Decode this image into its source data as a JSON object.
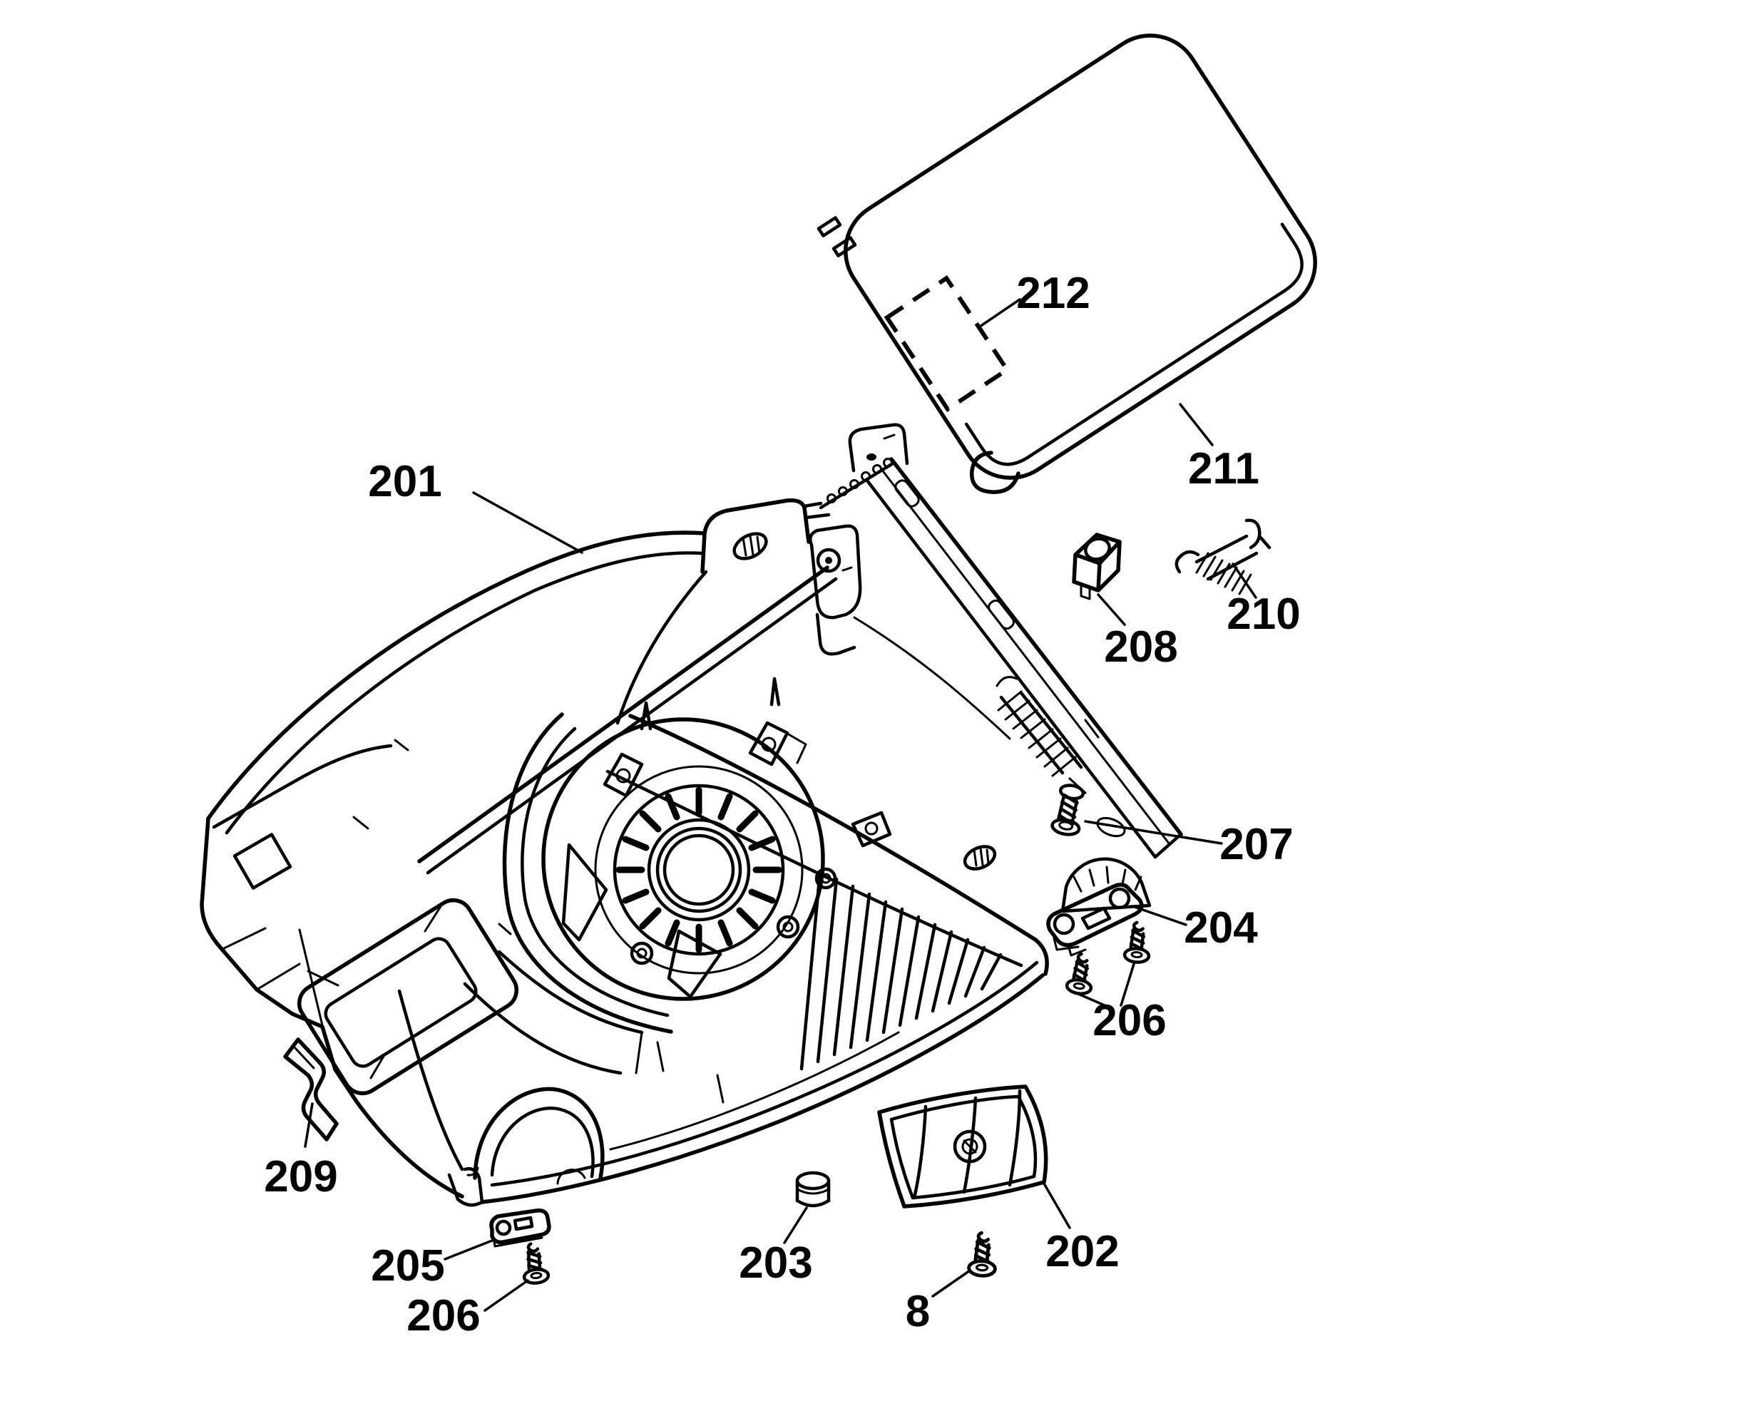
{
  "page": {
    "background": "#ffffff",
    "line_color": "#000000",
    "label_color": "#000000",
    "type": "exploded-parts-diagram"
  },
  "diagram": {
    "labels": [
      {
        "id": "201",
        "text": "201"
      },
      {
        "id": "202",
        "text": "202"
      },
      {
        "id": "203",
        "text": "203"
      },
      {
        "id": "204",
        "text": "204"
      },
      {
        "id": "205",
        "text": "205"
      },
      {
        "id": "206-left",
        "text": "206"
      },
      {
        "id": "206-right",
        "text": "206"
      },
      {
        "id": "207",
        "text": "207"
      },
      {
        "id": "208",
        "text": "208"
      },
      {
        "id": "209",
        "text": "209"
      },
      {
        "id": "210",
        "text": "210"
      },
      {
        "id": "211",
        "text": "211"
      },
      {
        "id": "212",
        "text": "212"
      },
      {
        "id": "8",
        "text": "8"
      }
    ]
  }
}
